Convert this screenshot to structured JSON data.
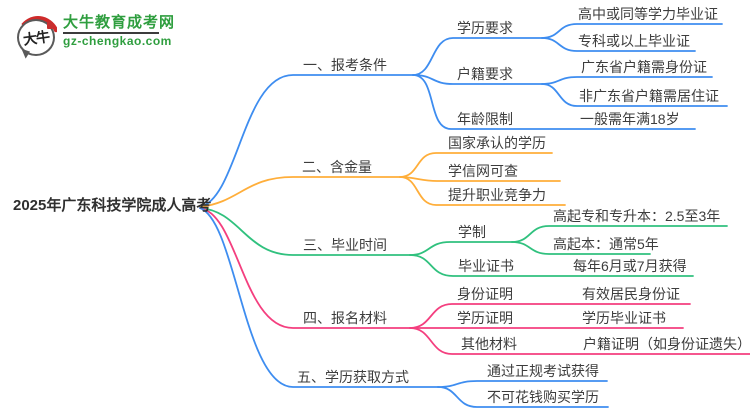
{
  "logo": {
    "icon_text": "大牛",
    "site_name": "大牛教育成考网",
    "site_url": "gz-chengkao.com"
  },
  "root": {
    "title": "2025年广东科技学院成人高考"
  },
  "colors": {
    "branch_blue": "#3E8DF0",
    "branch_orange": "#FFAE3A",
    "branch_green": "#30C17E",
    "branch_pink": "#F43F7F",
    "brand_green": "#2F9E3F",
    "seal_red": "#C62F2F",
    "text_dark": "#3D3D3D"
  },
  "branches": [
    {
      "label": "一、报考条件",
      "color": "#3E8DF0",
      "children": [
        {
          "label": "学历要求",
          "children": [
            {
              "label": "高中或同等学力毕业证"
            },
            {
              "label": "专科或以上毕业证"
            }
          ]
        },
        {
          "label": "户籍要求",
          "children": [
            {
              "label": "广东省户籍需身份证"
            },
            {
              "label": "非广东省户籍需居住证"
            }
          ]
        },
        {
          "label": "年龄限制",
          "children": [
            {
              "label": "一般需年满18岁"
            }
          ]
        }
      ]
    },
    {
      "label": "二、含金量",
      "color": "#FFAE3A",
      "children": [
        {
          "label": "国家承认的学历"
        },
        {
          "label": "学信网可查"
        },
        {
          "label": "提升职业竞争力"
        }
      ]
    },
    {
      "label": "三、毕业时间",
      "color": "#30C17E",
      "children": [
        {
          "label": "学制",
          "children": [
            {
              "label": "高起专和专升本：2.5至3年"
            },
            {
              "label": "高起本：通常5年"
            }
          ]
        },
        {
          "label": "毕业证书",
          "children": [
            {
              "label": "每年6月或7月获得"
            }
          ]
        }
      ]
    },
    {
      "label": "四、报名材料",
      "color": "#F43F7F",
      "children": [
        {
          "label": "身份证明",
          "children": [
            {
              "label": "有效居民身份证"
            }
          ]
        },
        {
          "label": "学历证明",
          "children": [
            {
              "label": "学历毕业证书"
            }
          ]
        },
        {
          "label": "其他材料",
          "children": [
            {
              "label": "户籍证明（如身份证遗失）"
            }
          ]
        }
      ]
    },
    {
      "label": "五、学历获取方式",
      "color": "#3E8DF0",
      "children": [
        {
          "label": "通过正规考试获得"
        },
        {
          "label": "不可花钱购买学历"
        }
      ]
    }
  ]
}
